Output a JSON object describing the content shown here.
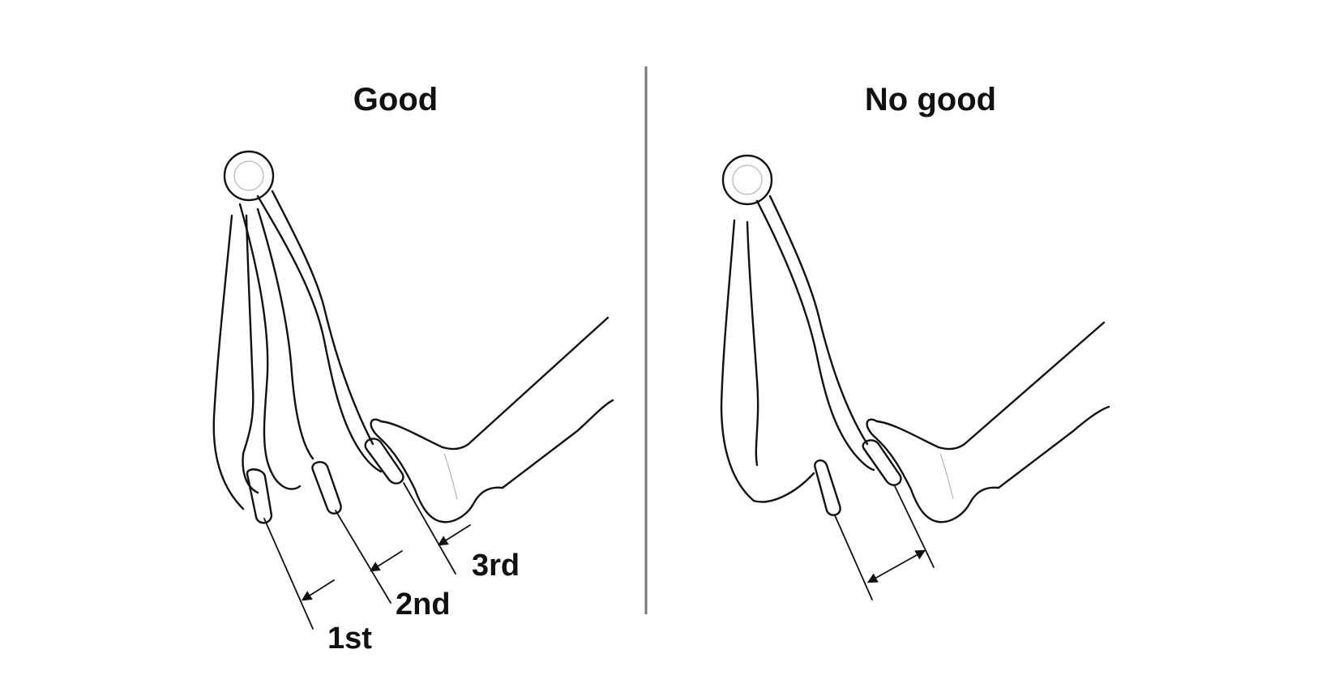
{
  "panels": {
    "good": {
      "title": "Good",
      "steps": [
        "1st",
        "2nd",
        "3rd"
      ]
    },
    "no_good": {
      "title": "No good"
    }
  },
  "colors": {
    "ink": "#111111",
    "divider": "#777777",
    "background": "#ffffff"
  },
  "icons": {
    "sequence_arrows": "single-head-arrow",
    "gap_arrow": "double-head-arrow"
  }
}
